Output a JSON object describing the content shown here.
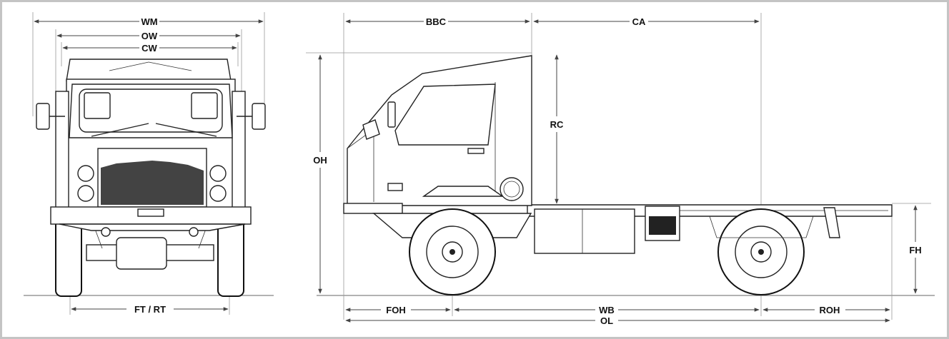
{
  "diagram": {
    "front_view": {
      "labels": {
        "wm": "WM",
        "ow": "OW",
        "cw": "CW",
        "ft_rt": "FT / RT"
      }
    },
    "side_view": {
      "labels": {
        "bbc": "BBC",
        "ca": "CA",
        "rc": "RC",
        "oh": "OH",
        "fh": "FH",
        "foh": "FOH",
        "wb": "WB",
        "roh": "ROH",
        "ol": "OL"
      }
    },
    "colors": {
      "frame_border": "#c4c4c4",
      "line": "#222222",
      "dimension_line": "#444444"
    }
  }
}
